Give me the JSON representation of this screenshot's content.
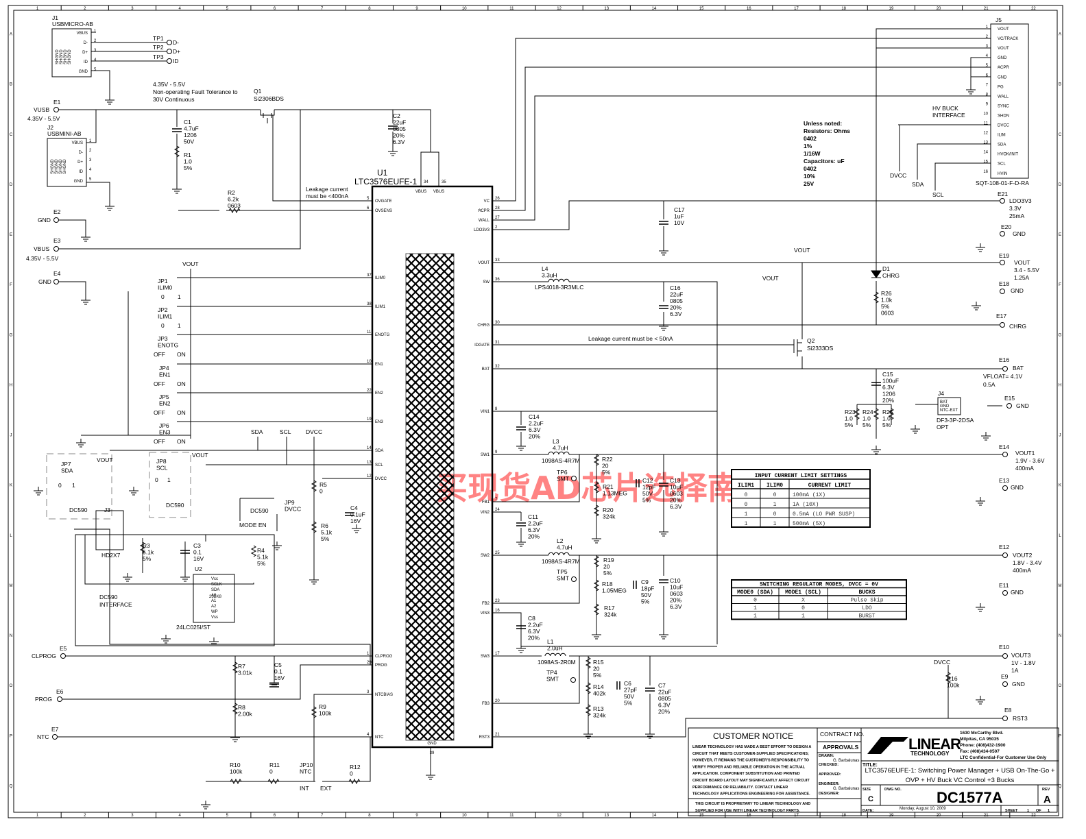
{
  "frame": {
    "cols": [
      "1",
      "2",
      "3",
      "4",
      "5",
      "6",
      "7",
      "8",
      "9",
      "10",
      "11",
      "12",
      "13",
      "14",
      "15",
      "16",
      "17",
      "18",
      "19",
      "20",
      "21",
      "22"
    ],
    "rows": [
      "A",
      "B",
      "C",
      "D",
      "E",
      "F",
      "G",
      "H",
      "J",
      "K",
      "L",
      "M",
      "N",
      "O",
      "P",
      "Q"
    ]
  },
  "watermark": "买现货AD芯片选择南皇电子",
  "u1": {
    "ref": "U1",
    "part": "LTC3576EUFE-1",
    "top_pins": [
      {
        "name": "VBUS",
        "num": "34"
      },
      {
        "name": "VBUS",
        "num": "35"
      }
    ],
    "left_pins": [
      {
        "name": "OVGATE",
        "num": "5"
      },
      {
        "name": "OVSENS",
        "num": "6"
      },
      {
        "name": "ILIM0",
        "num": "37"
      },
      {
        "name": "ILIM1",
        "num": "38"
      },
      {
        "name": "ENOTG",
        "num": "11"
      },
      {
        "name": "EN1",
        "num": "10"
      },
      {
        "name": "EN2",
        "num": "22"
      },
      {
        "name": "EN3",
        "num": "19"
      },
      {
        "name": "SDA",
        "num": "14"
      },
      {
        "name": "SCL",
        "num": "13"
      },
      {
        "name": "DVCC",
        "num": "12"
      },
      {
        "name": "CLPROG",
        "num": "1"
      },
      {
        "name": "PROG",
        "num": "29"
      },
      {
        "name": "NTCBIAS",
        "num": "3"
      },
      {
        "name": "NTC",
        "num": "4"
      }
    ],
    "right_pins": [
      {
        "name": "VC",
        "num": "26"
      },
      {
        "name": "ACPR",
        "num": "28"
      },
      {
        "name": "WALL",
        "num": "27"
      },
      {
        "name": "LDO3V3",
        "num": "2"
      },
      {
        "name": "VOUT",
        "num": "33"
      },
      {
        "name": "SW",
        "num": "36"
      },
      {
        "name": "CHRG",
        "num": "30"
      },
      {
        "name": "IDGATE",
        "num": "31"
      },
      {
        "name": "BAT",
        "num": "32"
      },
      {
        "name": "VIN1",
        "num": "8"
      },
      {
        "name": "SW1",
        "num": "9"
      },
      {
        "name": "FB1",
        "num": "7"
      },
      {
        "name": "VIN2",
        "num": "24"
      },
      {
        "name": "SW2",
        "num": "25"
      },
      {
        "name": "FB2",
        "num": "23"
      },
      {
        "name": "VIN3",
        "num": "16"
      },
      {
        "name": "SW3",
        "num": "17"
      },
      {
        "name": "FB3",
        "num": "20"
      },
      {
        "name": "RST3",
        "num": "21"
      }
    ],
    "gnd_pin": {
      "name": "GND",
      "num": "39"
    }
  },
  "j1": {
    "lines": [
      "J1",
      "USBMICRO-AB"
    ],
    "pins": [
      "VBUS",
      "D-",
      "D+",
      "ID",
      "GND"
    ],
    "nums": [
      "1",
      "2",
      "3",
      "4",
      "5"
    ],
    "shield": "SHGND"
  },
  "j2": {
    "lines": [
      "J2",
      "USBMINI-AB"
    ],
    "pins": [
      "VBUS",
      "D-",
      "D+",
      "ID",
      "GND"
    ],
    "nums": [
      "1",
      "2",
      "3",
      "4",
      "5"
    ],
    "shield": "SHGND"
  },
  "j5": {
    "ref": "J5",
    "part": "SQT-108-01-F-D-RA",
    "pins": [
      "VOUT",
      "VC/TRACK",
      "VOUT",
      "GND",
      "ACPR",
      "GND",
      "PG",
      "WALL",
      "SYNC",
      "SHDN",
      "DVCC",
      "ILIM",
      "SDA",
      "HVOK/INIT",
      "SCL",
      "HVIN"
    ],
    "nums": [
      "1",
      "2",
      "3",
      "4",
      "5",
      "6",
      "7",
      "8",
      "9",
      "10",
      "11",
      "12",
      "13",
      "14",
      "15",
      "16"
    ]
  },
  "parts": {
    "TP1": [
      "TP1"
    ],
    "TP1n": [
      "D-"
    ],
    "TP2": [
      "TP2"
    ],
    "TP2n": [
      "D+"
    ],
    "TP3": [
      "TP3"
    ],
    "TP3n": [
      "ID"
    ],
    "note_fault": [
      "4.35V - 5.5V",
      "Non-operating Fault Tolerance to",
      "30V Continuous"
    ],
    "Q1": [
      "Q1",
      "Si2306BDS"
    ],
    "E1": [
      "E1"
    ],
    "E1n": [
      "VUSB"
    ],
    "E1v": [
      "4.35V - 5.5V"
    ],
    "C1": [
      "C1",
      "4.7uF",
      "1206",
      "50V"
    ],
    "R1": [
      "R1",
      "1.0",
      "5%"
    ],
    "C2": [
      "C2",
      "22uF",
      "0805",
      "20%",
      "6.3V"
    ],
    "E2": [
      "E2"
    ],
    "E2n": [
      "GND"
    ],
    "E3": [
      "E3"
    ],
    "E3n": [
      "VBUS"
    ],
    "E3v": [
      "4.35V - 5.5V"
    ],
    "E4": [
      "E4"
    ],
    "E4n": [
      "GND"
    ],
    "R2": [
      "R2",
      "6.2k",
      "0603"
    ],
    "note_leak1": [
      "Leakage current",
      "must be <400nA"
    ],
    "HVBUCK": [
      "HV BUCK",
      "INTERFACE"
    ],
    "J5DVCC": [
      "DVCC"
    ],
    "J5SDA": [
      "SDA"
    ],
    "J5SCL": [
      "SCL"
    ],
    "unless": [
      "Unless noted:",
      "Resistors: Ohms",
      "0402",
      "1%",
      "1/16W",
      "Capacitors: uF",
      "0402",
      "10%",
      "25V"
    ],
    "E21": [
      "E21"
    ],
    "E21n": [
      "LDO3V3",
      "3.3V",
      "25mA"
    ],
    "C17": [
      "C17",
      "1uF",
      "10V"
    ],
    "E20": [
      "E20"
    ],
    "E20n": [
      "GND"
    ],
    "VOUTlbl": [
      "VOUT"
    ],
    "VOUTlbl2": [
      "VOUT"
    ],
    "E19": [
      "E19"
    ],
    "E19n": [
      "VOUT",
      "3.4 - 5.5V",
      "1.25A"
    ],
    "L4": [
      "L4",
      "3.3uH"
    ],
    "L4p": [
      "LPS4018-3R3MLC"
    ],
    "C16": [
      "C16",
      "22uF",
      "0805",
      "20%",
      "6.3V"
    ],
    "D1": [
      "D1",
      "CHRG"
    ],
    "R26": [
      "R26",
      "1.0k",
      "5%",
      "0603"
    ],
    "E18": [
      "E18"
    ],
    "E18n": [
      "GND"
    ],
    "E17": [
      "E17"
    ],
    "E17n": [
      "CHRG"
    ],
    "note_leak2": [
      "Leakage current must be < 50nA"
    ],
    "Q2": [
      "Q2",
      "Si2333DS"
    ],
    "E16": [
      "E16"
    ],
    "E16n": [
      "BAT"
    ],
    "E16v": [
      "VFLOAT= 4.1V",
      "0.5A"
    ],
    "C15": [
      "C15",
      "100uF",
      "6.3V",
      "1206",
      "20%"
    ],
    "J4": [
      "J4"
    ],
    "J4pins": [
      "BAT",
      "GND",
      "NTC-EXT"
    ],
    "J4p": [
      "DF3-3P-2DSA",
      "OPT"
    ],
    "R23": [
      "R23",
      "1.0",
      "5%"
    ],
    "R24": [
      "R24",
      "1.0",
      "5%"
    ],
    "R25": [
      "R25",
      "1.0",
      "5%"
    ],
    "E15": [
      "E15"
    ],
    "E15n": [
      "GND"
    ],
    "C14": [
      "C14",
      "2.2uF",
      "6.3V",
      "20%"
    ],
    "L3": [
      "L3",
      "4.7uH"
    ],
    "L3p": [
      "1098AS-4R7M"
    ],
    "R22": [
      "R22",
      "20",
      "5%"
    ],
    "TP6": [
      "TP6",
      "SMT"
    ],
    "R21": [
      "R21",
      "1.13MEG"
    ],
    "C12": [
      "C12",
      "12pF",
      "50V",
      "5%"
    ],
    "C13": [
      "C13",
      "10uF",
      "0603",
      "20%",
      "6.3V"
    ],
    "R20": [
      "R20",
      "324k"
    ],
    "E14": [
      "E14"
    ],
    "E14n": [
      "VOUT1",
      "1.9V - 3.6V",
      "400mA"
    ],
    "E13": [
      "E13"
    ],
    "E13n": [
      "GND"
    ],
    "C11": [
      "C11",
      "2.2uF",
      "6.3V",
      "20%"
    ],
    "L2": [
      "L2",
      "4.7uH"
    ],
    "L2p": [
      "1098AS-4R7M"
    ],
    "R19": [
      "R19",
      "20",
      "5%"
    ],
    "TP5": [
      "TP5",
      "SMT"
    ],
    "R18": [
      "R18",
      "1.05MEG"
    ],
    "C9": [
      "C9",
      "18pF",
      "50V",
      "5%"
    ],
    "C10": [
      "C10",
      "10uF",
      "0603",
      "20%",
      "6.3V"
    ],
    "R17": [
      "R17",
      "324k"
    ],
    "E12": [
      "E12"
    ],
    "E12n": [
      "VOUT2",
      "1.8V - 3.4V",
      "400mA"
    ],
    "E11": [
      "E11"
    ],
    "E11n": [
      "GND"
    ],
    "C8": [
      "C8",
      "2.2uF",
      "6.3V",
      "20%"
    ],
    "L1": [
      "L1",
      "2.0uH"
    ],
    "L1p": [
      "1098AS-2R0M"
    ],
    "R15": [
      "R15",
      "20",
      "5%"
    ],
    "TP4": [
      "TP4",
      "SMT"
    ],
    "R14": [
      "R14",
      "402k"
    ],
    "C6": [
      "C6",
      "27pF",
      "50V",
      "5%"
    ],
    "R13": [
      "R13",
      "324k"
    ],
    "C7": [
      "C7",
      "22uF",
      "0805",
      "6.3V",
      "20%"
    ],
    "E10": [
      "E10"
    ],
    "E10n": [
      "VOUT3",
      "1V - 1.8V",
      "1A"
    ],
    "DVCC2": [
      "DVCC"
    ],
    "R16": [
      "R16",
      "100k"
    ],
    "E9": [
      "E9"
    ],
    "E9n": [
      "GND"
    ],
    "E8": [
      "E8"
    ],
    "E8n": [
      "RST3"
    ],
    "VOUTj": [
      "VOUT"
    ],
    "JP1": [
      "JP1",
      "ILIM0"
    ],
    "JP1s": [
      "0",
      "1"
    ],
    "JP2": [
      "JP2",
      "ILIM1"
    ],
    "JP2s": [
      "0",
      "1"
    ],
    "JP3": [
      "JP3",
      "ENOTG"
    ],
    "JP3s": [
      "OFF",
      "ON"
    ],
    "JP4": [
      "JP4",
      "EN1"
    ],
    "JP4s": [
      "OFF",
      "ON"
    ],
    "JP5": [
      "JP5",
      "EN2"
    ],
    "JP5s": [
      "OFF",
      "ON"
    ],
    "JP6": [
      "JP6",
      "EN3"
    ],
    "JP6s": [
      "OFF",
      "ON"
    ],
    "busSDA": [
      "SDA"
    ],
    "busSCL": [
      "SCL"
    ],
    "busDVCC": [
      "DVCC"
    ],
    "JP7": [
      "JP7",
      "SDA"
    ],
    "JP7s": [
      "0",
      "1"
    ],
    "JP7v": [
      "VOUT"
    ],
    "JP8": [
      "JP8",
      "SCL"
    ],
    "JP8s": [
      "0",
      "1"
    ],
    "JP8v": [
      "VOUT"
    ],
    "DC590a": [
      "DC590"
    ],
    "DC590b": [
      "DC590"
    ],
    "J3": [
      "J3"
    ],
    "J3p": [
      "HD2X7"
    ],
    "R3": [
      "R3",
      "5.1k",
      "5%"
    ],
    "C3": [
      "C3",
      "0.1",
      "16V"
    ],
    "U2": [
      "U2"
    ],
    "U2p": [
      "24LC025I/ST"
    ],
    "U2pins": [
      "Vcc",
      "SCLK",
      "SDA",
      "A0",
      "A1",
      "A2",
      "WP",
      "Vss"
    ],
    "U2chip": [
      "25BK8"
    ],
    "R4": [
      "R4",
      "5.1k",
      "5%"
    ],
    "DC590if": [
      "DC590",
      "INTERFACE"
    ],
    "R5": [
      "R5",
      "0"
    ],
    "R6": [
      "R6",
      "5.1k",
      "5%"
    ],
    "C4": [
      "C4",
      "0.1uF",
      "16V"
    ],
    "JP9": [
      "JP9",
      "DVCC"
    ],
    "DC590c": [
      "DC590"
    ],
    "MODEEN": [
      "MODE EN"
    ],
    "E5": [
      "E5"
    ],
    "E5n": [
      "CLPROG"
    ],
    "R7": [
      "R7",
      "3.01k"
    ],
    "C5": [
      "C5",
      "0.1",
      "16V"
    ],
    "E6": [
      "E6"
    ],
    "E6n": [
      "PROG"
    ],
    "R8": [
      "R8",
      "2.00k"
    ],
    "R9": [
      "R9",
      "100k"
    ],
    "E7": [
      "E7"
    ],
    "E7n": [
      "NTC"
    ],
    "R10": [
      "R10",
      "100k"
    ],
    "R11": [
      "R11",
      "0"
    ],
    "JP10": [
      "JP10",
      "NTC"
    ],
    "JP10s": [
      "INT",
      "EXT"
    ],
    "R12": [
      "R12",
      "0"
    ]
  },
  "table_ilim": {
    "title": "INPUT CURRENT LIMIT SETTINGS",
    "headers": [
      "ILIM1",
      "ILIM0",
      "CURRENT LIMIT"
    ],
    "rows": [
      [
        "0",
        "0",
        "100mA (1X)"
      ],
      [
        "0",
        "1",
        "1A (10X)"
      ],
      [
        "1",
        "0",
        "0.5mA  (LO PWR SUSP)"
      ],
      [
        "1",
        "1",
        "500mA (5X)"
      ]
    ]
  },
  "table_modes": {
    "title": "SWITCHING REGULATOR MODES, DVCC = 0V",
    "headers": [
      "MODE0 (SDA)",
      "MODE1 (SCL)",
      "BUCKS"
    ],
    "rows": [
      [
        "0",
        "X",
        "Pulse Skip"
      ],
      [
        "1",
        "0",
        "LDO"
      ],
      [
        "1",
        "1",
        "BURST"
      ]
    ]
  },
  "title_block": {
    "notice_title": "CUSTOMER NOTICE",
    "notice_lines": [
      "LINEAR TECHNOLOGY HAS MADE A BEST EFFORT TO DESIGN A",
      "CIRCUIT THAT MEETS CUSTOMER-SUPPLIED SPECIFICATIONS;",
      "HOWEVER, IT REMAINS THE CUSTOMER'S RESPONSIBILITY TO",
      "VERIFY PROPER AND RELIABLE OPERATION IN THE ACTUAL",
      "APPLICATION. COMPONENT SUBSTITUTION AND PRINTED",
      "CIRCUIT BOARD LAYOUT MAY SIGNIFICANTLY AFFECT CIRCUIT",
      "PERFORMANCE OR RELIABILITY. CONTACT LINEAR",
      "TECHNOLOGY APPLICATIONS ENGINEERING FOR ASSISTANCE."
    ],
    "proprietary": [
      "THIS CIRCUIT IS PROPRIETARY TO LINEAR TECHNOLOGY AND",
      "SUPPLIED FOR USE WITH LINEAR TECHNOLOGY PARTS."
    ],
    "contract": "CONTRACT NO.",
    "approvals": "APPROVALS",
    "drawn": "DRAWN:",
    "drawn_by": "G. Barbalunas",
    "checked": "CHECKED:",
    "approved": "APPROVED:",
    "engineer": "ENGINEER:",
    "engineer_by": "G. Barbalunas",
    "designer": "DESIGNER:",
    "logo": "LINEAR",
    "logo_sub": "TECHNOLOGY",
    "address": [
      "1630 McCarthy Blvd.",
      "Milpitas, CA 95035",
      "Phone: (408)432-1900",
      "Fax: (408)434-0507",
      "LTC Confidential-For Customer Use Only"
    ],
    "title_label": "TITLE:",
    "title": [
      "LTC3576EUFE-1: Switching Power Manager + USB On-The-Go +",
      "OVP + HV Buck VC Control +3 Bucks"
    ],
    "size_label": "SIZE",
    "size": "C",
    "dwg_label": "DWG NO.",
    "dwg": "DC1577A",
    "rev_label": "REV",
    "rev": "A",
    "date_label": "DATE:",
    "date": "Monday, August 10, 2009",
    "sheet_label": "SHEET",
    "sheet": "1",
    "of_label": "OF",
    "of": "1"
  }
}
